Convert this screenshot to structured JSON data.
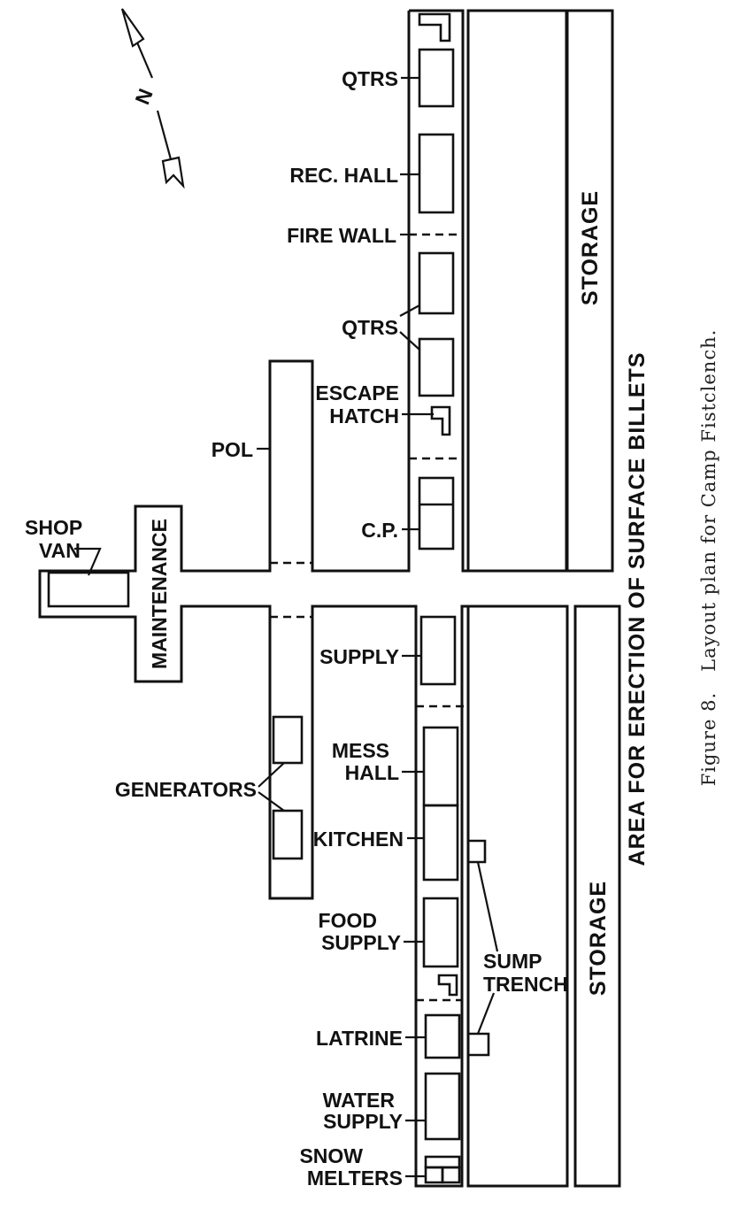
{
  "north_label": "N",
  "labels": {
    "qtrs_top": "QTRS",
    "rec_hall": "REC. HALL",
    "fire_wall": "FIRE WALL",
    "qtrs_mid": "QTRS",
    "escape_hatch_1": "ESCAPE",
    "escape_hatch_2": "HATCH",
    "pol": "POL",
    "cp": "C.P.",
    "shop_van_1": "SHOP",
    "shop_van_2": "VAN",
    "maintenance": "MAINTENANCE",
    "supply": "SUPPLY",
    "mess_hall_1": "MESS",
    "mess_hall_2": "HALL",
    "generators": "GENERATORS",
    "kitchen": "KITCHEN",
    "food_supply_1": "FOOD",
    "food_supply_2": "SUPPLY",
    "sump_trench_1": "SUMP",
    "sump_trench_2": "TRENCH",
    "latrine": "LATRINE",
    "water_supply_1": "WATER",
    "water_supply_2": "SUPPLY",
    "snow_melters_1": "SNOW",
    "snow_melters_2": "MELTERS",
    "storage_top": "STORAGE",
    "storage_bottom": "STORAGE",
    "surface_billets": "AREA FOR ERECTION OF SURFACE BILLETS"
  },
  "caption": "Figure 8.   Layout plan for Camp Fistclench."
}
